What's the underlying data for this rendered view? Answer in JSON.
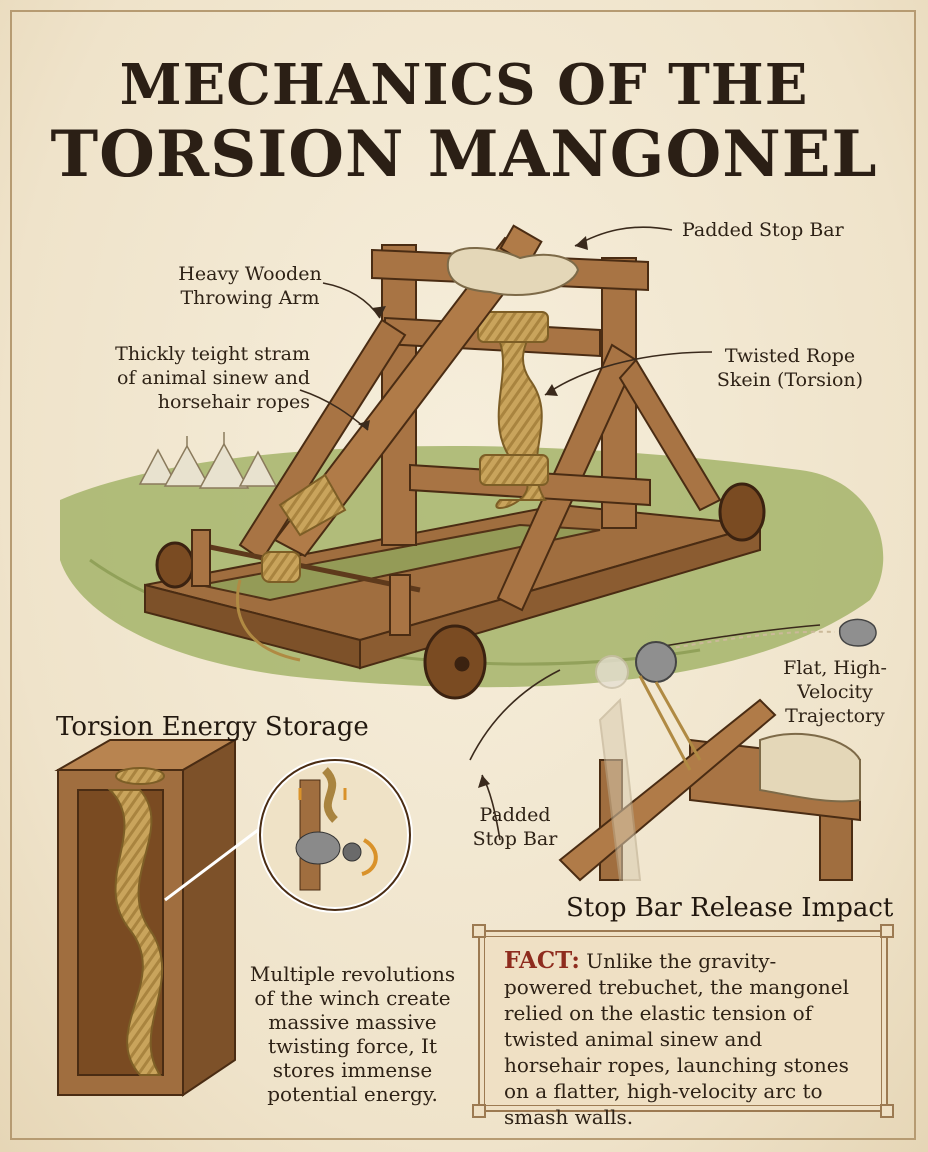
{
  "title": {
    "line1": "MECHANICS OF THE",
    "line2": "TORSION MANGONEL"
  },
  "labels": {
    "padded_stop_bar_top": "Padded Stop Bar",
    "throwing_arm": [
      "Heavy Wooden",
      "Throwing Arm"
    ],
    "sinew": [
      "Thickly teight stram",
      "of animal sinew and",
      "horsehair ropes"
    ],
    "skein": [
      "Twisted Rope",
      "Skein (Torsion)"
    ],
    "trajectory": [
      "Flat, High-",
      "Velocity",
      "Trajectory"
    ],
    "padded_stop_bar_bottom": [
      "Padded",
      "Stop Bar"
    ]
  },
  "sections": {
    "torsion_heading": "Torsion Energy Storage",
    "release_heading": "Stop Bar Release Impact",
    "torsion_caption": [
      "Multiple revolutions",
      "of the winch create",
      "massive massive",
      "twisting force, It",
      "stores immense",
      "potential energy."
    ]
  },
  "fact": {
    "label": "FACT:",
    "text": "Unlike the gravity-powered trebuchet, the mangonel relied on the elastic tension of twisted animal sinew and horsehair ropes, launching stones on a flatter, high-velocity arc to smash walls."
  },
  "colors": {
    "wood": "#a06e3f",
    "wood_dark": "#5e3a1c",
    "rope": "#c9a45c",
    "grass": "#8fa35a",
    "accent_red": "#8e2c1e"
  }
}
